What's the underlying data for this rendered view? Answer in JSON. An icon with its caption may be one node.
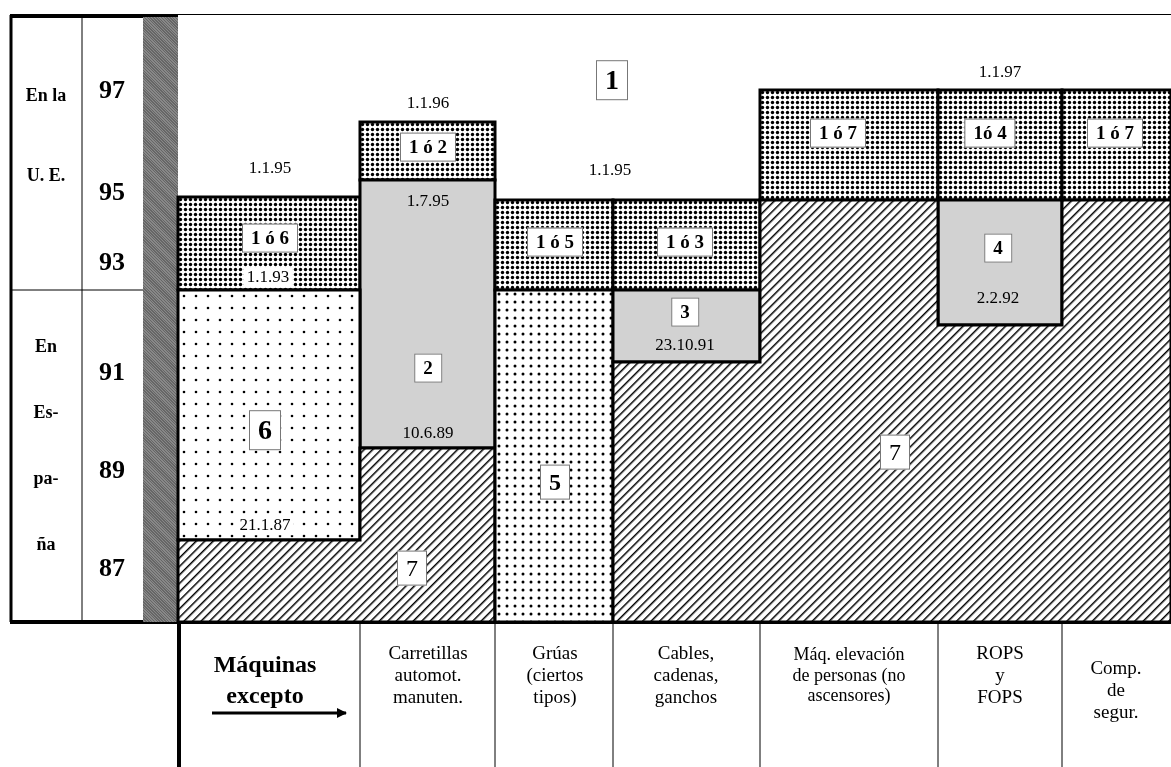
{
  "diagram": {
    "nodes": [
      {
        "text": [
          "1"
        ]
      },
      {
        "text": [
          "1 ó 6"
        ]
      },
      {
        "text": [
          "1 ó 2"
        ]
      },
      {
        "text": [
          "2"
        ]
      },
      {
        "text": [
          "6"
        ]
      },
      {
        "text": [
          "7"
        ]
      },
      {
        "text": [
          "1 ó 5"
        ]
      },
      {
        "text": [
          "5"
        ]
      },
      {
        "text": [
          "1 ó 3"
        ]
      },
      {
        "text": [
          "3"
        ]
      },
      {
        "text": [
          "1 ó 7"
        ]
      },
      {
        "text": [
          "1ó 4"
        ]
      },
      {
        "text": [
          "4"
        ]
      },
      {
        "text": [
          "1 ó 7"
        ]
      },
      {
        "text": [
          "7"
        ]
      },
      {
        "text": [],
        "shape": "bar"
      }
    ],
    "labels": [
      "En la U. E.",
      "97",
      "95",
      "93",
      "En Es- pa- ña",
      "91",
      "89",
      "87",
      "1.1.97",
      "1.1.96",
      "1.1.95",
      "1.1.95",
      "1.7.95",
      "1.1.93",
      "2.2.92",
      "23.10.91",
      "10.6.89",
      "21.1.87",
      "Máquinas excepto",
      "Carretillas automot. manuten.",
      "Grúas (ciertos tipos)",
      "Cables, cadenas, ganchos",
      "Máq. elevación de personas (no ascensores)",
      "ROPS y FOPS",
      "Comp. de segur."
    ]
  }
}
